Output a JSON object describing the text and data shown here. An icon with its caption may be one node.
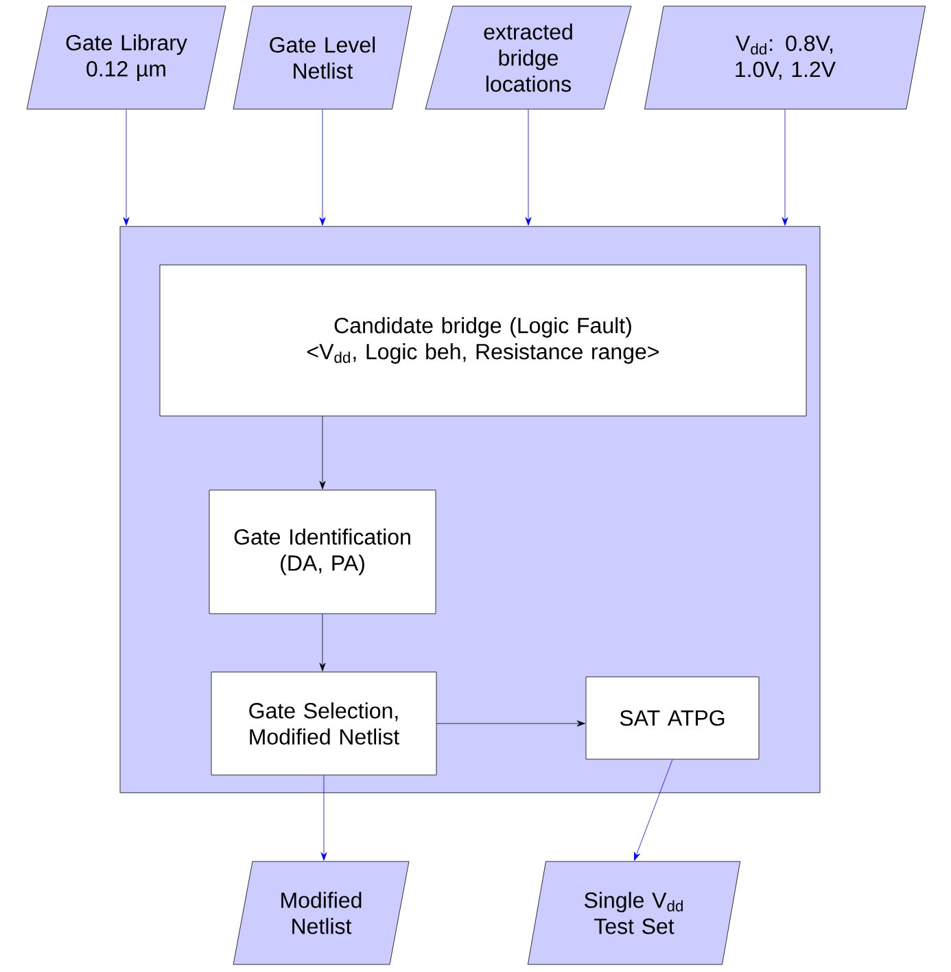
{
  "diagram": {
    "nodes": [
      {
        "text": [
          "Gate Library 0.12 µm"
        ]
      },
      {
        "text": [
          "Gate Level Netlist"
        ]
      },
      {
        "text": [
          "extracted bridge locations"
        ]
      },
      {
        "text": [
          "V$_{dd}$: 0.8V, 1.0V, 1.2V"
        ]
      },
      {
        "text": [],
        "shape": "box"
      },
      {
        "text": [
          "Candidate bridge (Logic Fault)",
          "<V$_{dd}$, Logic beh, Resistance range>"
        ],
        "in": 4
      },
      {
        "text": [
          "Gate Identification (DA, PA)"
        ],
        "in": 4
      },
      {
        "text": [
          "Gate Selection, Modified Netlist"
        ],
        "in": 4
      },
      {
        "text": [
          "SAT ATPG"
        ],
        "in": 4
      },
      {
        "text": [
          "Modified Netlist"
        ]
      },
      {
        "text": [
          "Single V$_{dd}$ Test Set"
        ]
      }
    ],
    "edges": [
      {
        "from": 0,
        "to": 4,
        "arrow": "to"
      },
      {
        "from": 1,
        "to": 4,
        "arrow": "to"
      },
      {
        "from": 2,
        "to": 4,
        "arrow": "to"
      },
      {
        "from": 3,
        "to": 4,
        "arrow": "to"
      },
      {
        "from": 5,
        "to": 6,
        "arrow": "to",
        "color": "#000000"
      },
      {
        "from": 6,
        "to": 7,
        "arrow": "to",
        "color": "#000000"
      },
      {
        "from": 7,
        "to": 8,
        "arrow": "to",
        "color": "#000000"
      },
      {
        "from": 7,
        "to": 9,
        "arrow": "to"
      },
      {
        "from": 8,
        "to": 10,
        "arrow": "to"
      }
    ]
  }
}
